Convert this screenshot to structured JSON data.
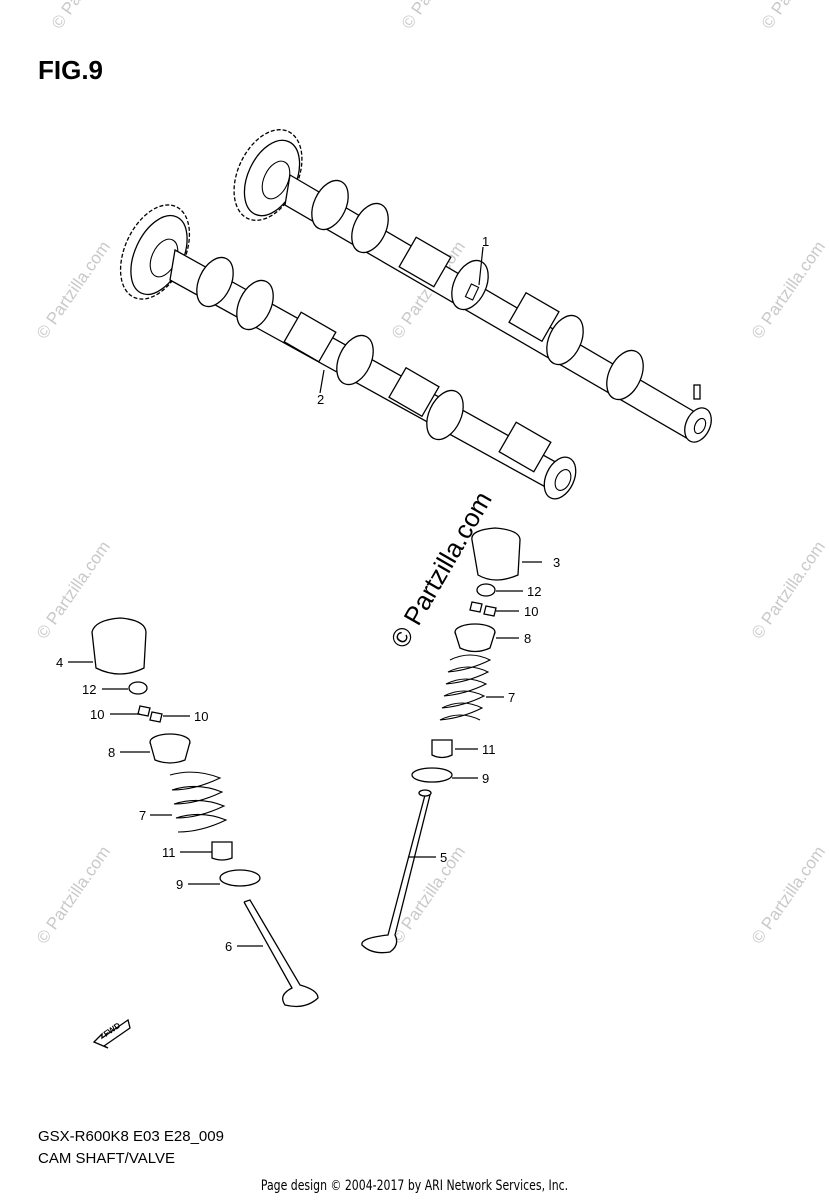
{
  "figure": {
    "title": "FIG.9",
    "model_code": "GSX-R600K8 E03 E28_009",
    "section_name": "CAM SHAFT/VALVE"
  },
  "watermark": {
    "text": "© Partzilla.com",
    "center_text": "© Partzilla.com"
  },
  "fwd_label": "FWD",
  "callouts": {
    "c1": "1",
    "c2": "2",
    "c3": "3",
    "c4": "4",
    "c5": "5",
    "c6": "6",
    "c7r": "7",
    "c7l": "7",
    "c8r": "8",
    "c8l": "8",
    "c9r": "9",
    "c9l": "9",
    "c10r": "10",
    "c10la": "10",
    "c10lb": "10",
    "c11r": "11",
    "c11l": "11",
    "c12r": "12",
    "c12l": "12"
  },
  "footer": "Page design © 2004-2017 by ARI Network Services, Inc."
}
